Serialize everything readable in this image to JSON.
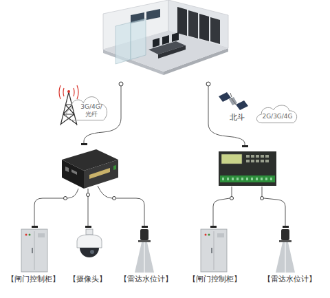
{
  "diagram": {
    "nodes": [
      {
        "text": [
          "3G/4G/光纤"
        ]
      },
      {
        "text": [
          "2G/3G/4G"
        ]
      }
    ],
    "labels": [
      "北斗",
      "【闸门控制柜】",
      "【摄像头】",
      "【雷达水位计】",
      "【闸门控制柜】",
      "【雷达水位计】"
    ]
  }
}
